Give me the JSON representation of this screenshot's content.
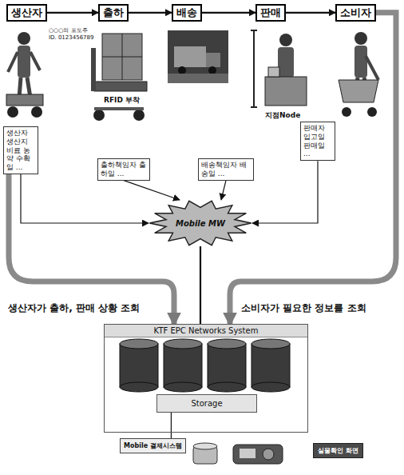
{
  "diagram": {
    "nodes": [
      {
        "text": [
          "생산자"
        ]
      },
      {
        "text": [
          "출하"
        ]
      },
      {
        "text": [
          "배송"
        ]
      },
      {
        "text": [
          "판매"
        ]
      },
      {
        "text": [
          "소비자"
        ]
      },
      {
        "text": [
          "생산자 생산지 비료 농약 수확일 ..."
        ]
      },
      {
        "text": [
          "출하책임자 출하일 ..."
        ]
      },
      {
        "text": [
          "배송책임자 배송일 ..."
        ]
      },
      {
        "text": [
          "판매자 입고일 판매일 ..."
        ]
      },
      {
        "text": [
          "Mobile MW"
        ]
      },
      {
        "text": [
          "KTF EPC Networks System"
        ]
      },
      {
        "text": [
          "Storage"
        ],
        "in": 10
      },
      {
        "text": [
          "Mobile 결제시스템"
        ]
      },
      {
        "text": [
          "실물확인 화면"
        ]
      }
    ],
    "edges": [
      {
        "from": 0,
        "to": 1,
        "arrow": "to"
      },
      {
        "from": 1,
        "to": 2,
        "arrow": "to"
      },
      {
        "from": 2,
        "to": 3,
        "arrow": "to"
      },
      {
        "from": 3,
        "to": 4,
        "arrow": "to"
      },
      {
        "from": 5,
        "to": 9,
        "arrow": "to"
      },
      {
        "from": 6,
        "to": 9,
        "arrow": "to"
      },
      {
        "from": 7,
        "to": 9,
        "arrow": "to"
      },
      {
        "from": 8,
        "to": 9,
        "arrow": "to"
      },
      {
        "from": 9,
        "to": 10,
        "arrow": "none"
      },
      {
        "from": 5,
        "to": 10,
        "arrow": "to"
      },
      {
        "from": 4,
        "to": 10,
        "arrow": "to"
      },
      {
        "from": 11,
        "to": 12,
        "arrow": "none"
      }
    ],
    "labels": [
      "○○○의 포도주",
      "ID. 0123456789",
      "RFID 부착",
      "지점Node",
      "생산자가 출하, 판매 상황 조회",
      "소비자가 필요한 정보를 조회"
    ]
  }
}
